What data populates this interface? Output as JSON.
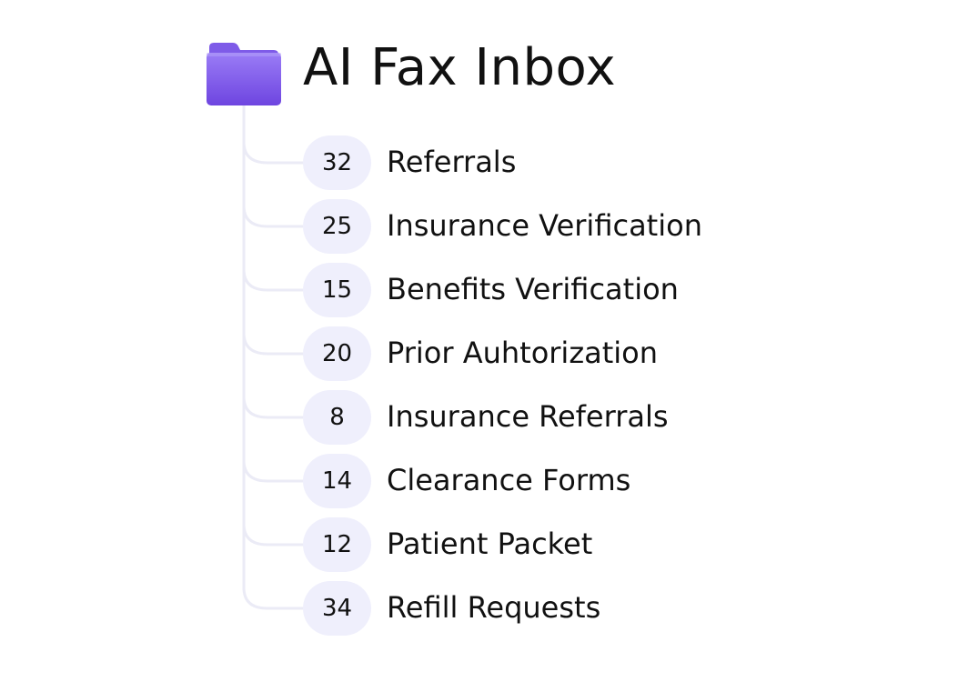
{
  "inbox": {
    "title": "AI Fax Inbox",
    "icon": "folder-icon",
    "accent_color": "#7b55e8",
    "badge_color": "#efeffc",
    "line_color": "#ebebf6",
    "categories": [
      {
        "count": "32",
        "label": "Referrals"
      },
      {
        "count": "25",
        "label": "Insurance Verification"
      },
      {
        "count": "15",
        "label": "Benefits Verification"
      },
      {
        "count": "20",
        "label": "Prior Auhtorization"
      },
      {
        "count": "8",
        "label": "Insurance Referrals"
      },
      {
        "count": "14",
        "label": "Clearance Forms"
      },
      {
        "count": "12",
        "label": "Patient Packet"
      },
      {
        "count": "34",
        "label": "Refill Requests"
      }
    ]
  }
}
